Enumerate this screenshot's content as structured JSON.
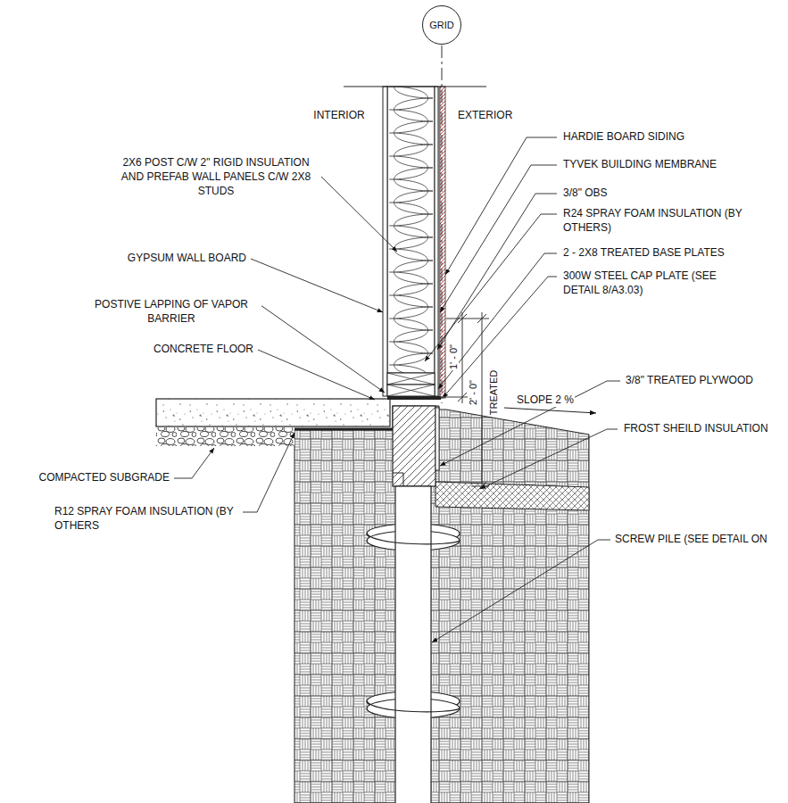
{
  "diagram": {
    "nodes": [
      {
        "text": [
          "GRID"
        ]
      }
    ],
    "labels": [
      "INTERIOR",
      "EXTERIOR",
      "HARDIE BOARD SIDING",
      "TYVEK BUILDING MEMBRANE",
      "2X6 POST C/W 2\" RIGID INSULATION AND PREFAB WALL PANELS C/W 2X8 STUDS",
      "3/8\" OBS",
      "R24 SPRAY FOAM INSULATION (BY OTHERS)",
      "2 - 2X8 TREATED BASE PLATES",
      "GYPSUM WALL BOARD",
      "300W STEEL CAP PLATE (SEE DETAIL 8/A3.03)",
      "POSTIVE LAPPING OF VAPOR BARRIER",
      "CONCRETE FLOOR",
      "1' - 0\"",
      "2' - 0\"",
      "TREATED",
      "3/8\" TREATED PLYWOOD",
      "SLOPE 2 %",
      "FROST SHEILD INSULATION",
      "COMPACTED SUBGRADE",
      "R12 SPRAY FOAM INSULATION (BY OTHERS",
      "SCREW PILE (SEE DETAIL ON"
    ]
  }
}
